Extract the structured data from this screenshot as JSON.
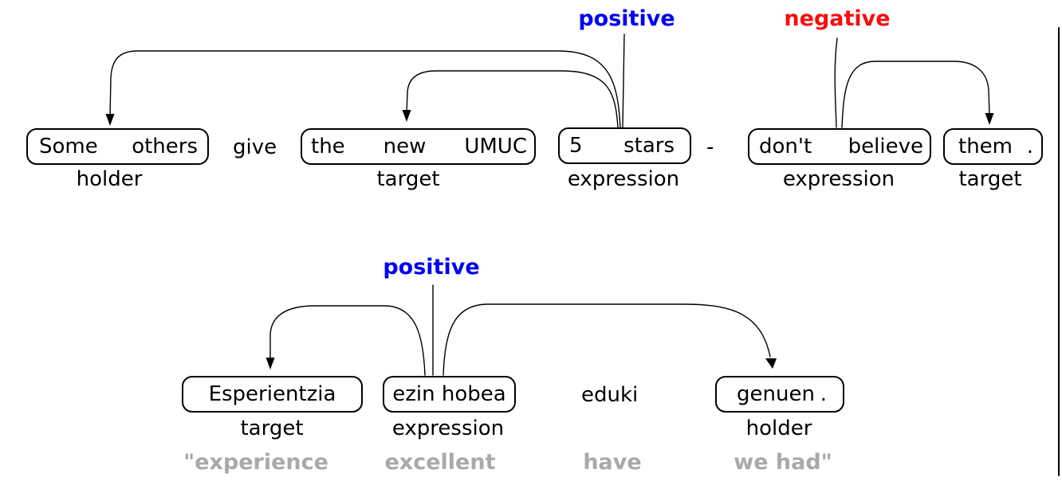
{
  "figure_type": "sentiment-graph-annotation",
  "colors": {
    "positive_label": "#0000f5",
    "negative_label": "#f50f0f",
    "gloss_text": "#a9a9a9",
    "box_border": "#000000"
  },
  "sentence1": {
    "positive_label": "positive",
    "negative_label": "negative",
    "holder_span": {
      "w1": "Some",
      "w2": "others",
      "role": "holder"
    },
    "word_give": "give",
    "target_span": {
      "w1": "the",
      "w2": "new",
      "w3": "UMUC",
      "role": "target"
    },
    "expression_pos_span": {
      "w1": "5",
      "w2": "stars",
      "role": "expression"
    },
    "word_dash": "-",
    "expression_neg_span": {
      "w1": "don't",
      "w2": "believe",
      "role": "expression"
    },
    "target2_span": {
      "w1": "them",
      "w2": ".",
      "role": "target"
    }
  },
  "sentence2": {
    "positive_label": "positive",
    "target_span": {
      "w1": "Esperientzia",
      "role": "target",
      "gloss": "\"experience"
    },
    "expression_span": {
      "w1": "ezin hobea",
      "role": "expression",
      "gloss": "excellent"
    },
    "word_eduki": "eduki",
    "gloss_eduki": "have",
    "holder_span": {
      "w1": "genuen",
      "w2": ".",
      "role": "holder",
      "gloss": "we had\""
    }
  }
}
